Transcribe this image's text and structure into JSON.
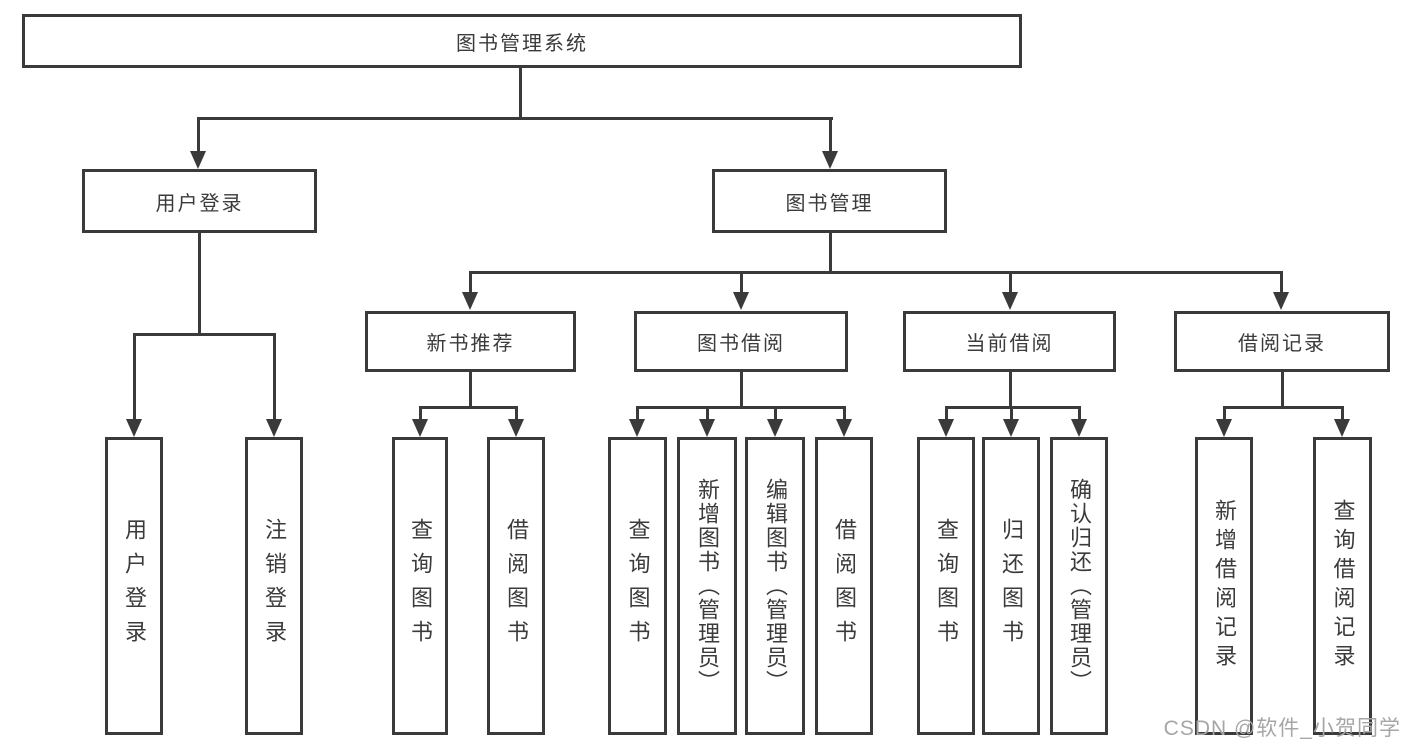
{
  "colors": {
    "line": "#3a3a3a",
    "text": "#3b3b3b",
    "background": "#ffffff",
    "watermark": "#a6a6a6"
  },
  "tree": {
    "label": "图书管理系统",
    "children": [
      {
        "label": "用户登录",
        "children": [
          {
            "label": "用户登录"
          },
          {
            "label": "注销登录"
          }
        ]
      },
      {
        "label": "图书管理",
        "children": [
          {
            "label": "新书推荐",
            "children": [
              {
                "label": "查询图书"
              },
              {
                "label": "借阅图书"
              }
            ]
          },
          {
            "label": "图书借阅",
            "children": [
              {
                "label": "查询图书"
              },
              {
                "label": "新增图书（管理员）"
              },
              {
                "label": "编辑图书（管理员）"
              },
              {
                "label": "借阅图书"
              }
            ]
          },
          {
            "label": "当前借阅",
            "children": [
              {
                "label": "查询图书"
              },
              {
                "label": "归还图书"
              },
              {
                "label": "确认归还（管理员）"
              }
            ]
          },
          {
            "label": "借阅记录",
            "children": [
              {
                "label": "新增借阅记录"
              },
              {
                "label": "查询借阅记录"
              }
            ]
          }
        ]
      }
    ]
  },
  "watermark": {
    "text": "CSDN @软件_小贺同学"
  }
}
